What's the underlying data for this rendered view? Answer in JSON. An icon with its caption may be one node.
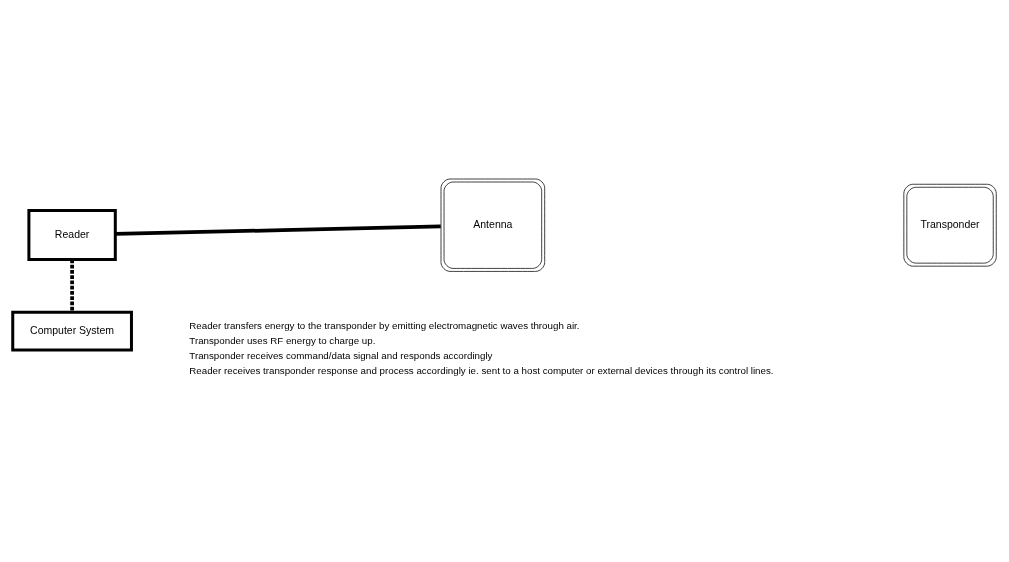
{
  "diagram": {
    "nodes": [
      {
        "text": [
          "Reader"
        ]
      },
      {
        "text": [
          "Antenna"
        ]
      },
      {
        "text": [
          "Transponder"
        ]
      },
      {
        "text": [
          "Computer System"
        ]
      }
    ],
    "edges": [
      {
        "from": 0,
        "to": 1,
        "arrow": "none"
      },
      {
        "from": 0,
        "to": 3,
        "arrow": "none",
        "style": "dashed"
      }
    ],
    "labels": [
      "Reader transfers energy to the transponder by emitting electromagnetic waves through air.",
      "Transponder uses RF energy to charge up.",
      "Transponder receives command/data signal and responds accordingly",
      "Reader receives transponder response and process accordingly ie. sent to a host computer or external devices through its control lines."
    ]
  }
}
